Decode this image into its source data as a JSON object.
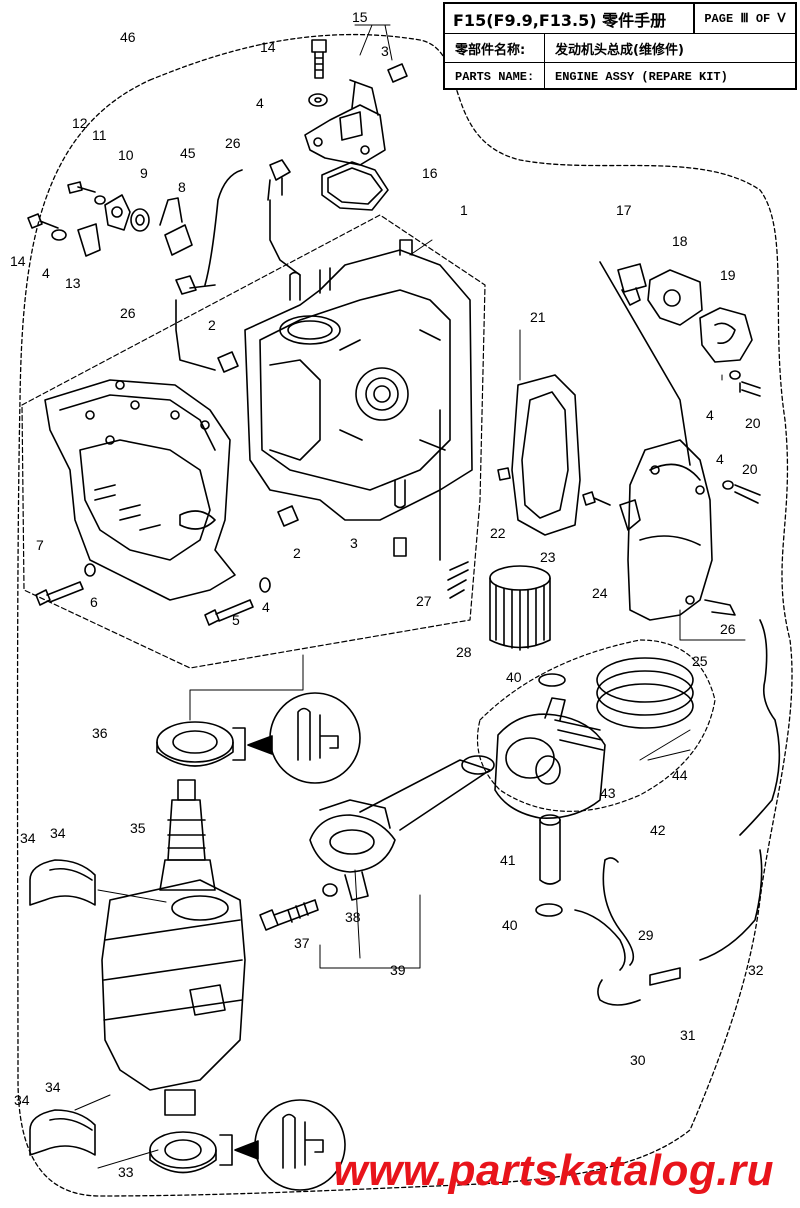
{
  "title_block": {
    "model": "F15(F9.9,F13.5) 零件手册",
    "page": "PAGE Ⅲ OF Ⅴ",
    "name_cn_label": "零部件名称:",
    "name_cn_value": "发动机头总成(维修件)",
    "name_en_label": "PARTS NAME:",
    "name_en_value": "ENGINE ASSY (REPARE KIT)"
  },
  "watermark": "www.partskatalog.ru",
  "callouts": [
    {
      "id": "c46",
      "text": "46"
    },
    {
      "id": "c15",
      "text": "15"
    },
    {
      "id": "c14a",
      "text": "14"
    },
    {
      "id": "c3a",
      "text": "3"
    },
    {
      "id": "c4a",
      "text": "4"
    },
    {
      "id": "c12",
      "text": "12"
    },
    {
      "id": "c11",
      "text": "11"
    },
    {
      "id": "c10",
      "text": "10"
    },
    {
      "id": "c9",
      "text": "9"
    },
    {
      "id": "c45",
      "text": "45"
    },
    {
      "id": "c26a",
      "text": "26"
    },
    {
      "id": "c16",
      "text": "16"
    },
    {
      "id": "c1",
      "text": "1"
    },
    {
      "id": "c8",
      "text": "8"
    },
    {
      "id": "c14b",
      "text": "14"
    },
    {
      "id": "c4b",
      "text": "4"
    },
    {
      "id": "c13",
      "text": "13"
    },
    {
      "id": "c26b",
      "text": "26"
    },
    {
      "id": "c2a",
      "text": "2"
    },
    {
      "id": "c17",
      "text": "17"
    },
    {
      "id": "c18",
      "text": "18"
    },
    {
      "id": "c19",
      "text": "19"
    },
    {
      "id": "c21",
      "text": "21"
    },
    {
      "id": "c4c",
      "text": "4"
    },
    {
      "id": "c20a",
      "text": "20"
    },
    {
      "id": "c4d",
      "text": "4"
    },
    {
      "id": "c20b",
      "text": "20"
    },
    {
      "id": "c22",
      "text": "22"
    },
    {
      "id": "c2b",
      "text": "2"
    },
    {
      "id": "c3b",
      "text": "3"
    },
    {
      "id": "c23",
      "text": "23"
    },
    {
      "id": "c7",
      "text": "7"
    },
    {
      "id": "c6",
      "text": "6"
    },
    {
      "id": "c5",
      "text": "5"
    },
    {
      "id": "c4e",
      "text": "4"
    },
    {
      "id": "c27",
      "text": "27"
    },
    {
      "id": "c24",
      "text": "24"
    },
    {
      "id": "c26c",
      "text": "26"
    },
    {
      "id": "c28",
      "text": "28"
    },
    {
      "id": "c25",
      "text": "25"
    },
    {
      "id": "c40a",
      "text": "40"
    },
    {
      "id": "c36",
      "text": "36"
    },
    {
      "id": "c44",
      "text": "44"
    },
    {
      "id": "c43",
      "text": "43"
    },
    {
      "id": "c42",
      "text": "42"
    },
    {
      "id": "c35",
      "text": "35"
    },
    {
      "id": "c34a",
      "text": "34"
    },
    {
      "id": "c34b",
      "text": "34"
    },
    {
      "id": "c41",
      "text": "41"
    },
    {
      "id": "c38",
      "text": "38"
    },
    {
      "id": "c37",
      "text": "37"
    },
    {
      "id": "c39",
      "text": "39"
    },
    {
      "id": "c40b",
      "text": "40"
    },
    {
      "id": "c29",
      "text": "29"
    },
    {
      "id": "c32",
      "text": "32"
    },
    {
      "id": "c31",
      "text": "31"
    },
    {
      "id": "c30",
      "text": "30"
    },
    {
      "id": "c34c",
      "text": "34"
    },
    {
      "id": "c34d",
      "text": "34"
    },
    {
      "id": "c33",
      "text": "33"
    }
  ]
}
